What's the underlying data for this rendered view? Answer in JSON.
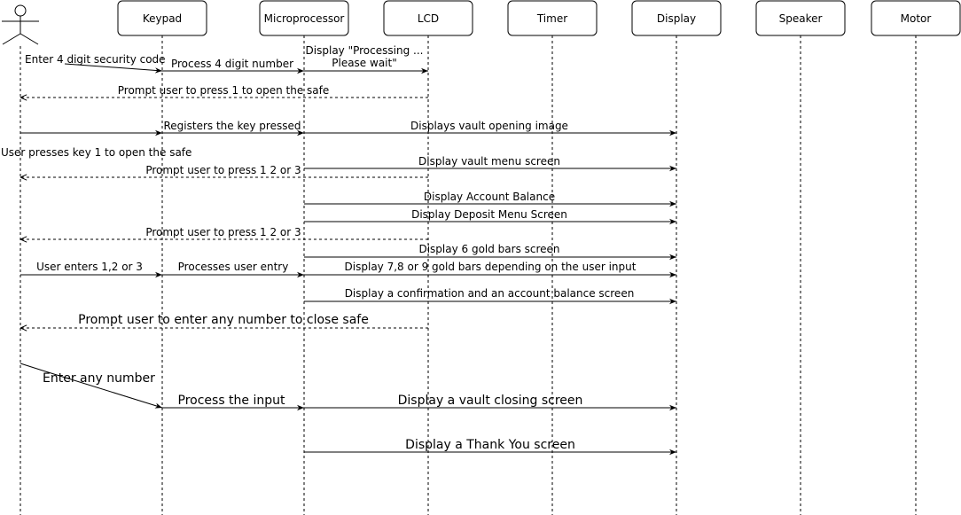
{
  "participants": [
    {
      "id": "user",
      "label": ""
    },
    {
      "id": "keypad",
      "label": "Keypad"
    },
    {
      "id": "micro",
      "label": "Microprocessor"
    },
    {
      "id": "lcd",
      "label": "LCD"
    },
    {
      "id": "timer",
      "label": "Timer"
    },
    {
      "id": "display",
      "label": "Display"
    },
    {
      "id": "speaker",
      "label": "Speaker"
    },
    {
      "id": "motor",
      "label": "Motor"
    }
  ],
  "messages": [
    {
      "label": "Enter 4 digit security code"
    },
    {
      "label": "Process 4 digit number"
    },
    {
      "label": "Display \"Processing ...\nPlease wait\""
    },
    {
      "label": "Prompt user to press 1 to open the safe"
    },
    {
      "label": "Registers the key pressed"
    },
    {
      "label": "Displays vault opening image"
    },
    {
      "label": "Display vault menu screen"
    },
    {
      "label": "Prompt user to press 1 2 or 3"
    },
    {
      "label": "Display Account Balance"
    },
    {
      "label": "Display Deposit Menu Screen"
    },
    {
      "label": "Prompt user to press 1 2 or 3"
    },
    {
      "label": "Display 6 gold bars screen"
    },
    {
      "label": "User enters 1,2 or 3"
    },
    {
      "label": "Processes user entry"
    },
    {
      "label": "Display 7,8 or 9 gold bars depending on the user input"
    },
    {
      "label": "Display a confirmation and an account balance screen"
    },
    {
      "label": "Prompt user to enter any number to close safe"
    },
    {
      "label": "Enter any number"
    },
    {
      "label": "Process the input"
    },
    {
      "label": "Display a vault closing screen"
    },
    {
      "label": "Display a Thank You screen"
    }
  ],
  "notes": [
    {
      "label": "User presses key 1 to open the safe"
    }
  ]
}
